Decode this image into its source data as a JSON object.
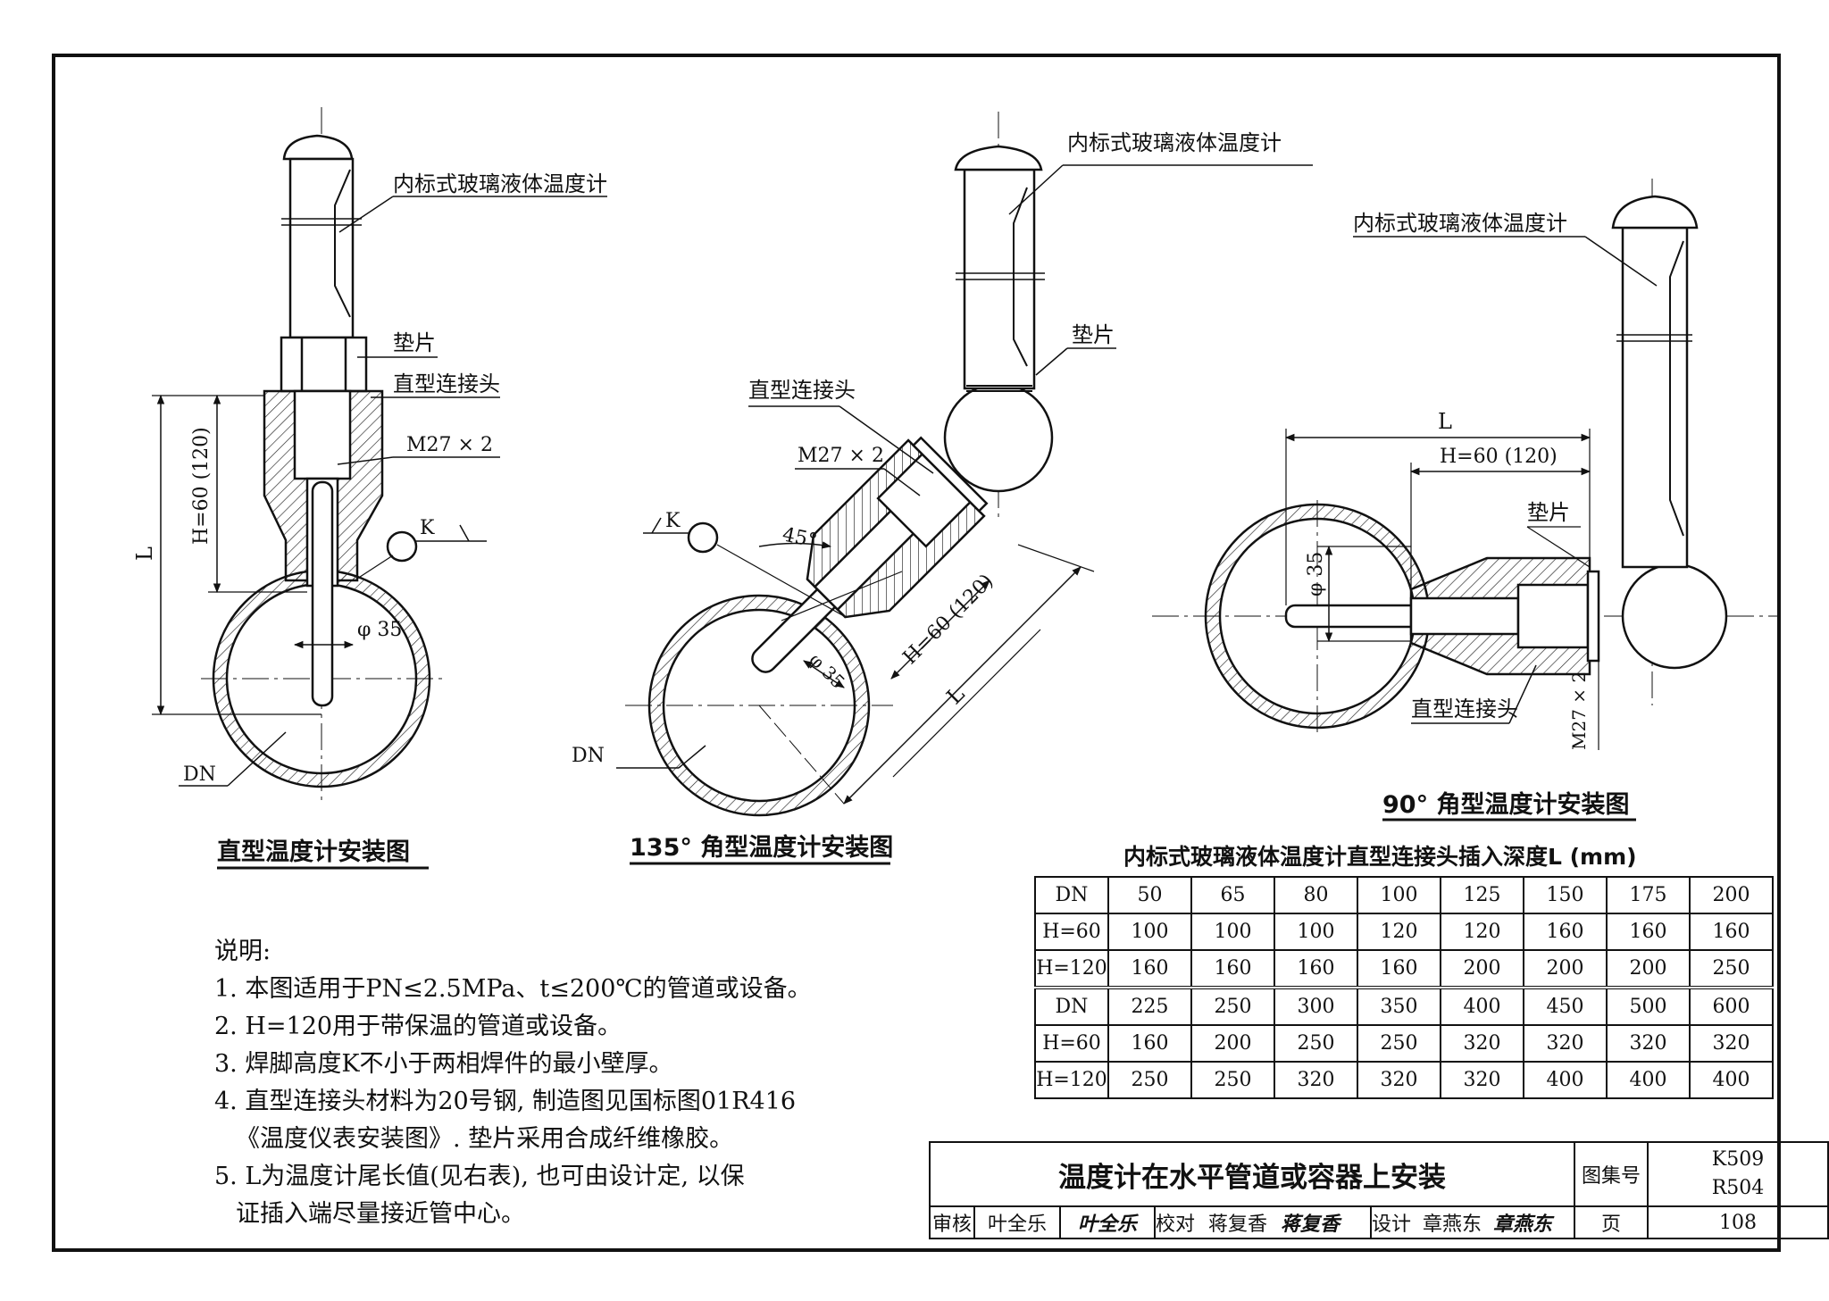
{
  "diagrams": {
    "straight": {
      "caption": "直型温度计安装图",
      "thermometer_label": "内标式玻璃液体温度计",
      "gasket_label": "垫片",
      "connector_label": "直型连接头",
      "thread_label": "M27 × 2",
      "height_label": "H=60 (120)",
      "length_label": "L",
      "weld_label": "K",
      "diameter_label": "φ 35",
      "pipe_label": "DN"
    },
    "angle135": {
      "caption": "135° 角型温度计安装图",
      "thermometer_label": "内标式玻璃液体温度计",
      "gasket_label": "垫片",
      "connector_label": "直型连接头",
      "thread_label": "M27 × 2",
      "weld_label": "K",
      "angle_label": "45°",
      "height_label": "H=60 (120)",
      "diameter_label": "φ 35",
      "length_label": "L",
      "pipe_label": "DN"
    },
    "angle90": {
      "caption": "90° 角型温度计安装图",
      "thermometer_label": "内标式玻璃液体温度计",
      "length_label": "L",
      "height_label": "H=60 (120)",
      "gasket_label": "垫片",
      "diameter_label": "φ 35",
      "connector_label": "直型连接头",
      "thread_label": "M27 × 2"
    }
  },
  "notes": {
    "heading": "说明:",
    "items": [
      "1. 本图适用于PN≤2.5MPa、t≤200℃的管道或设备。",
      "2. H=120用于带保温的管道或设备。",
      "3. 焊脚高度K不小于两相焊件的最小壁厚。",
      "4. 直型连接头材料为20号钢, 制造图见国标图01R416",
      "《温度仪表安装图》. 垫片采用合成纤维橡胶。",
      "5. L为温度计尾长值(见右表), 也可由设计定, 以保",
      "证插入端尽量接近管中心。"
    ]
  },
  "table": {
    "title": "内标式玻璃液体温度计直型连接头插入深度L (mm)",
    "rows": [
      [
        "DN",
        "50",
        "65",
        "80",
        "100",
        "125",
        "150",
        "175",
        "200"
      ],
      [
        "H=60",
        "100",
        "100",
        "100",
        "120",
        "120",
        "160",
        "160",
        "160"
      ],
      [
        "H=120",
        "160",
        "160",
        "160",
        "160",
        "200",
        "200",
        "200",
        "250"
      ],
      [
        "DN",
        "225",
        "250",
        "300",
        "350",
        "400",
        "450",
        "500",
        "600"
      ],
      [
        "H=60",
        "160",
        "200",
        "250",
        "250",
        "320",
        "320",
        "320",
        "320"
      ],
      [
        "H=120",
        "250",
        "250",
        "320",
        "320",
        "320",
        "400",
        "400",
        "400"
      ]
    ]
  },
  "title_block": {
    "title": "温度计在水平管道或容器上安装",
    "atlas_label": "图集号",
    "atlas_codes": [
      "K509",
      "R504"
    ],
    "review_label": "审核",
    "reviewer": "叶全乐",
    "reviewer_signature": "叶全乐",
    "check_label": "校对",
    "checker": "蒋复香",
    "checker_signature": "蒋复香",
    "design_label": "设计",
    "designer": "章燕东",
    "designer_signature": "章燕东",
    "page_label": "页",
    "page_number": "108"
  }
}
